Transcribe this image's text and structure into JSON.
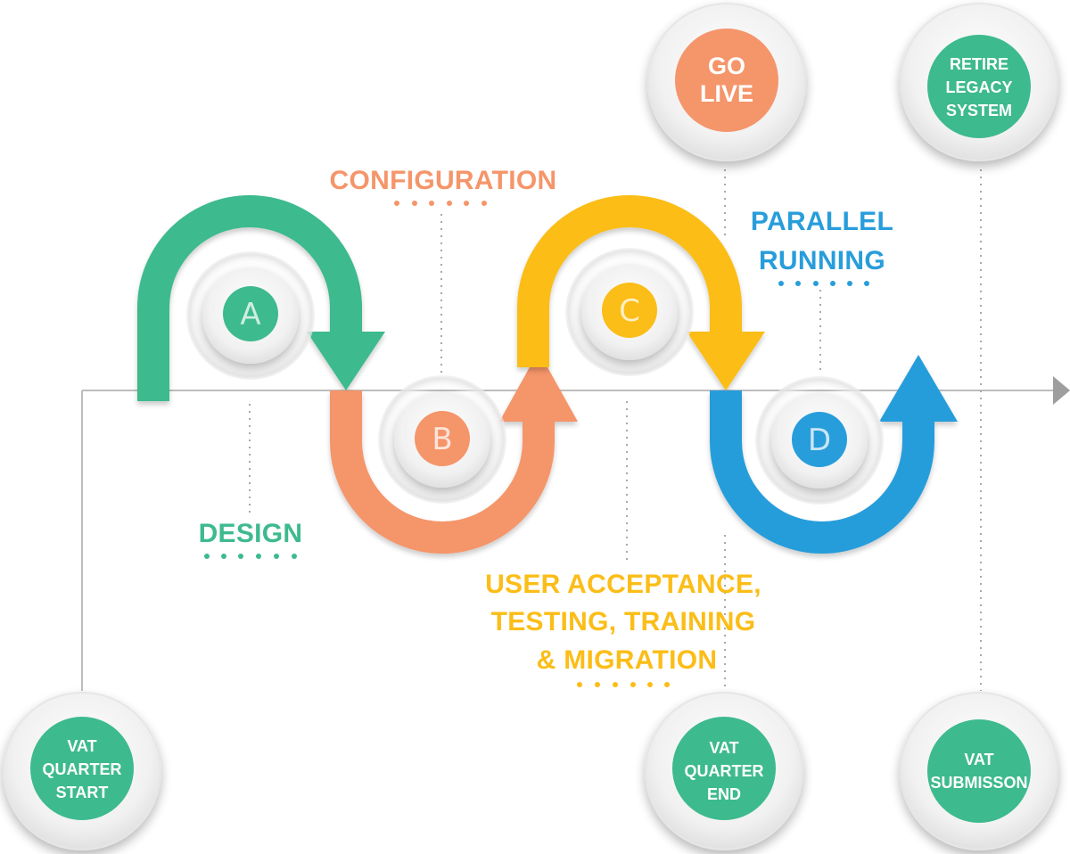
{
  "colors": {
    "green": "#3dba8e",
    "orange": "#f5956a",
    "yellow": "#fbbd17",
    "blue": "#289ddb",
    "line": "#b8b8b8"
  },
  "steps": [
    {
      "letter": "A",
      "label": "DESIGN"
    },
    {
      "letter": "B",
      "label": "CONFIGURATION"
    },
    {
      "letter": "C",
      "label": "USER ACCEPTANCE,",
      "label2": "TESTING, TRAINING",
      "label3": "& MIGRATION"
    },
    {
      "letter": "D",
      "label": "PARALLEL",
      "label2": "RUNNING"
    }
  ],
  "milestones": {
    "vat_quarter_start": [
      "VAT",
      "QUARTER",
      "START"
    ],
    "go_live": [
      "GO",
      "LIVE"
    ],
    "retire_legacy": [
      "RETIRE",
      "LEGACY",
      "SYSTEM"
    ],
    "vat_quarter_end": [
      "VAT",
      "QUARTER",
      "END"
    ],
    "vat_submission": [
      "VAT",
      "SUBMISSON"
    ]
  }
}
